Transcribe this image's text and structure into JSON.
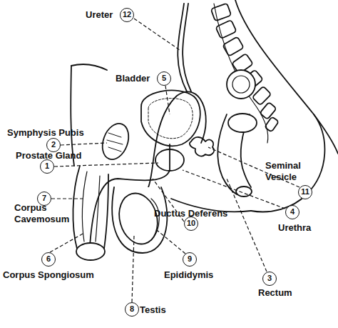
{
  "diagram": {
    "labels": [
      "Ureter",
      "12",
      "Bladder",
      "5",
      "Symphysis Pubis",
      "2",
      "Prostate Gland",
      "1",
      "Seminal Vesicle",
      "11",
      "4",
      "Urethra",
      "7",
      "Corpus Cavemosum",
      "Ductus Deferens",
      "10",
      "6",
      "Corpus Spongiosum",
      "9",
      "Epididymis",
      "3",
      "Rectum",
      "8",
      "Testis"
    ]
  }
}
